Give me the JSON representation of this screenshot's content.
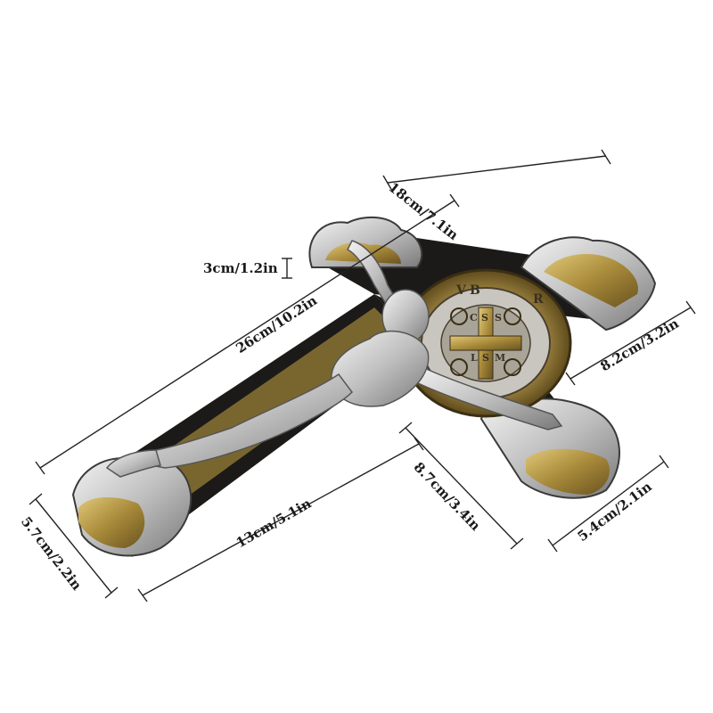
{
  "image": {
    "subject": "Crucifix with Saint Benedict medal",
    "palette": {
      "background": "#ffffff",
      "body": "#1c1a18",
      "silver": "#d8d8d8",
      "gold": "#b89a4a",
      "dimension_line": "#222222"
    }
  },
  "dimensions": {
    "top_arm_width": "18cm/7.1in",
    "depth": "3cm/1.2in",
    "total_length": "26cm/10.2in",
    "side_arm_width": "8.2cm/3.2in",
    "top_section_length": "8.7cm/3.4in",
    "bottom_section_length": "13cm/5.1in",
    "bottom_end_width": "5.7cm/2.2in",
    "right_end_width": "5.4cm/2.1in"
  },
  "medal": {
    "letters": [
      "V",
      "R",
      "S",
      "C",
      "S",
      "S",
      "M",
      "L",
      "B"
    ]
  }
}
